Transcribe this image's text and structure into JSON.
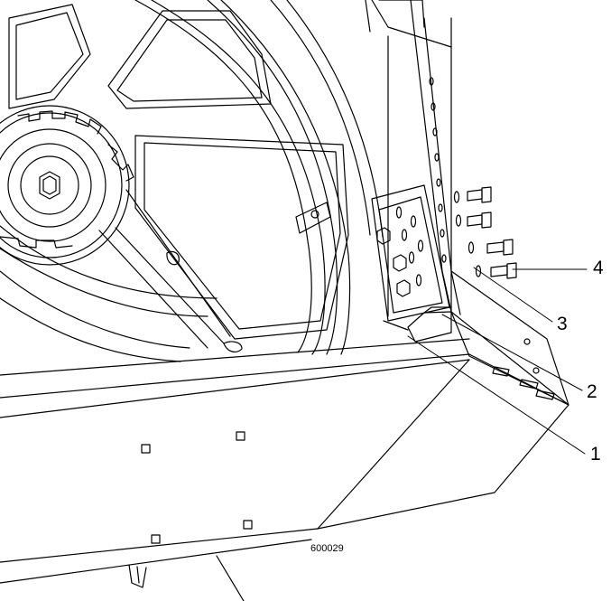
{
  "figure": {
    "id": "600029",
    "callouts": [
      "1",
      "2",
      "3",
      "4"
    ]
  }
}
